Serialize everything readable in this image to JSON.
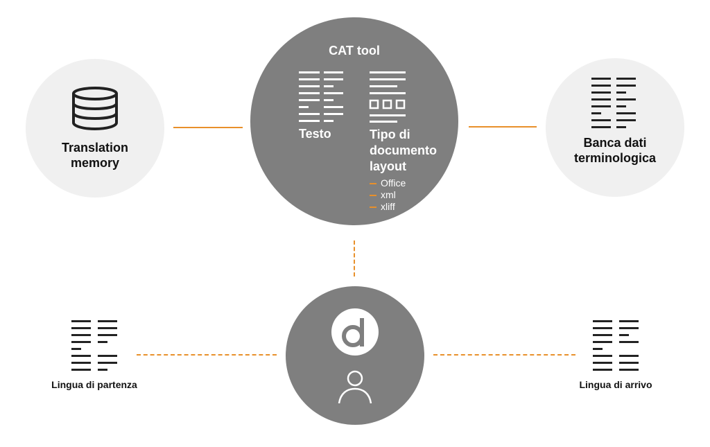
{
  "colors": {
    "accent": "#e8902a",
    "dark_circle": "#7f7f7f",
    "light_circle": "#f0f0f0",
    "icon": "#222222"
  },
  "nodes": {
    "translation_memory": {
      "label_line1": "Translation",
      "label_line2": "memory",
      "icon": "database-icon"
    },
    "cat_tool": {
      "title": "CAT tool",
      "testo": "Testo",
      "tipo_line1": "Tipo di",
      "tipo_line2": "documento",
      "tipo_line3": "layout",
      "formats": [
        "Office",
        "xml",
        "xliff"
      ],
      "icons": [
        "text-columns-icon",
        "document-layout-icon"
      ]
    },
    "banca_dati": {
      "label_line1": "Banca dati",
      "label_line2": "terminologica",
      "icon": "text-columns-icon"
    },
    "translator": {
      "icons": [
        "d-logo-icon",
        "person-icon"
      ]
    },
    "source_language": {
      "label": "Lingua di partenza",
      "icon": "text-columns-icon"
    },
    "target_language": {
      "label": "Lingua di arrivo",
      "icon": "text-columns-icon"
    }
  },
  "connectors": [
    {
      "from": "translation_memory",
      "to": "cat_tool",
      "style": "solid"
    },
    {
      "from": "cat_tool",
      "to": "banca_dati",
      "style": "solid"
    },
    {
      "from": "cat_tool",
      "to": "translator",
      "style": "dashed"
    },
    {
      "from": "source_language",
      "to": "translator",
      "style": "dashed"
    },
    {
      "from": "translator",
      "to": "target_language",
      "style": "dashed"
    }
  ]
}
